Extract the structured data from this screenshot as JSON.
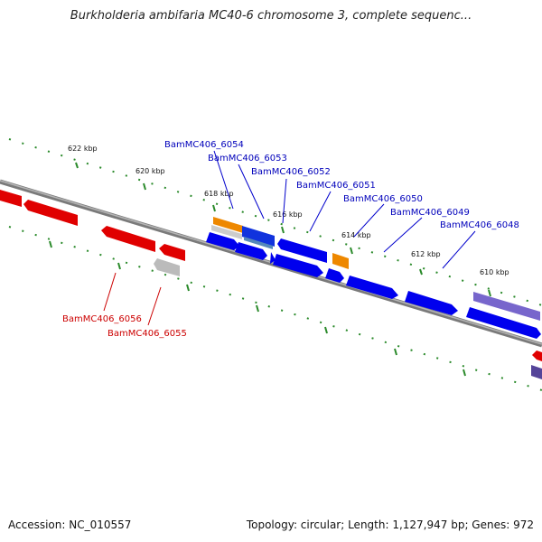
{
  "title": "Burkholderia ambifaria MC40-6 chromosome 3, complete sequenc...",
  "footer": {
    "accession": "Accession: NC_010557",
    "summary": "Topology: circular; Length: 1,127,947 bp; Genes: 972"
  },
  "colors": {
    "backbone": "#888888",
    "tick": "#2a8a2a",
    "forward_gene": "#0000ee",
    "reverse_gene": "#ee0000",
    "orange_gene": "#ee8800",
    "grey_gene": "#bbbbbb",
    "purple_gene": "#7766cc",
    "teal_gene": "#4477bb",
    "forward_label": "#0000bb",
    "reverse_label": "#cc0000"
  },
  "scale_labels": [
    "622 kbp",
    "620 kbp",
    "618 kbp",
    "616 kbp",
    "614 kbp",
    "612 kbp",
    "610 kbp"
  ],
  "forward_genes": [
    "BamMC406_6054",
    "BamMC406_6053",
    "BamMC406_6052",
    "BamMC406_6051",
    "BamMC406_6050",
    "BamMC406_6049",
    "BamMC406_6048"
  ],
  "reverse_genes": [
    "BamMC406_6056",
    "BamMC406_6055"
  ]
}
